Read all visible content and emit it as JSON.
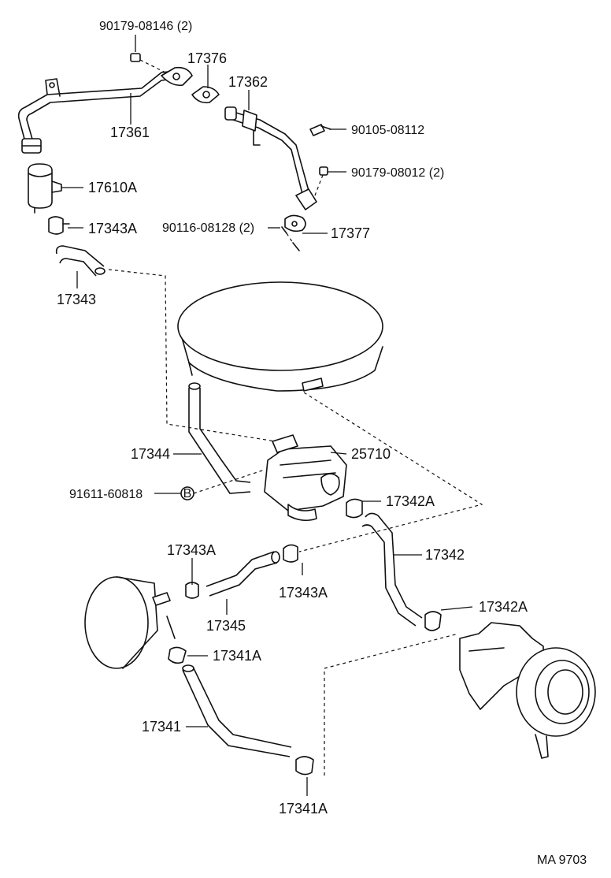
{
  "labels": {
    "p90179_08146": "90179-08146 (2)",
    "p17376": "17376",
    "p17362": "17362",
    "p17361": "17361",
    "p90105_08112": "90105-08112",
    "p90179_08012": "90179-08012 (2)",
    "p17610A": "17610A",
    "p17343A_top": "17343A",
    "p90116_08128": "90116-08128 (2)",
    "p17377": "17377",
    "p17343": "17343",
    "p17344": "17344",
    "p25710": "25710",
    "p91611_60818": "91611-60818",
    "p17342A_mid": "17342A",
    "p17343A_left": "17343A",
    "p17342": "17342",
    "p17343A_mid": "17343A",
    "p17345": "17345",
    "p17342A_low": "17342A",
    "p17341A_top": "17341A",
    "p17341": "17341",
    "p17341A_bot": "17341A",
    "callout_b": "B",
    "footer_code": "MA  9703"
  }
}
